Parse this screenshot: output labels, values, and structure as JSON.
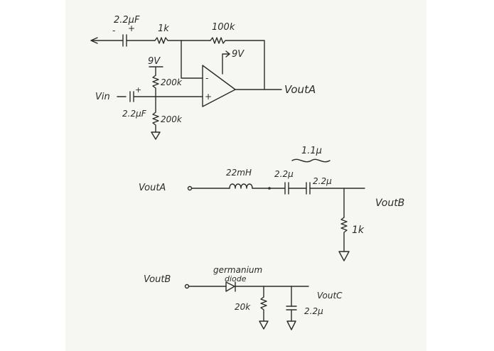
{
  "stage1": {
    "cap_in_fb": "2.2μF",
    "cap_polarity_minus": "-",
    "cap_polarity_plus": "+",
    "r_in": "1k",
    "r_fb": "100k",
    "supply_top": "9V",
    "supply_bias": "9V",
    "bias_r_top": "200k",
    "bias_r_bottom": "200k",
    "opamp_minus": "-",
    "opamp_plus": "+",
    "input_label": "Vin",
    "cap_in": "2.2μF",
    "input_cap_polarity": "+",
    "output_label": "VoutA"
  },
  "stage2": {
    "input_label": "VoutA",
    "inductor": "22mH",
    "cap1": "2.2μ",
    "cap2": "2.2μ",
    "series_total": "1.1μ",
    "shunt_r": "1k",
    "output_label": "VoutB"
  },
  "stage3": {
    "input_label": "VoutB",
    "diode_line1": "germanium",
    "diode_line2": "diode",
    "shunt_r": "20k",
    "shunt_cap": "2.2μ",
    "output_label": "VoutC"
  }
}
